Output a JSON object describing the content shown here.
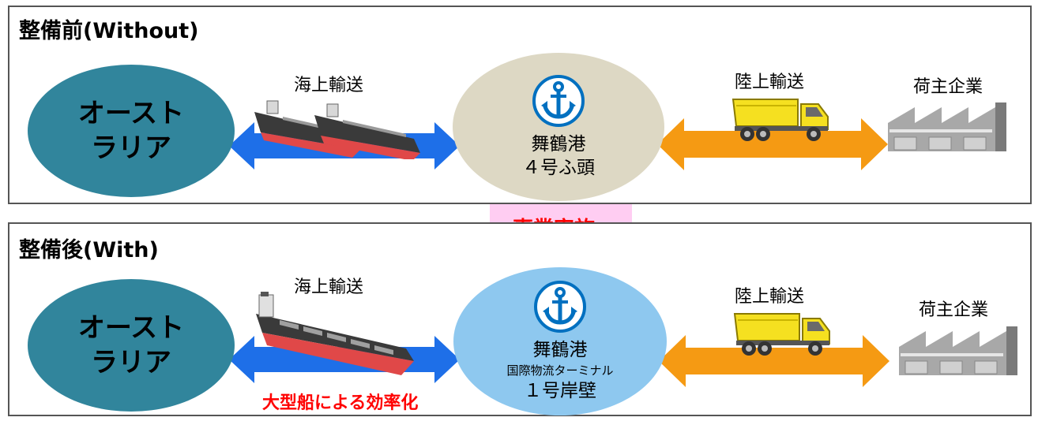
{
  "before": {
    "title": "整備前(Without)",
    "origin": [
      "オースト",
      "ラリア"
    ],
    "sea_label": "海上輸送",
    "port_name": "舞鶴港",
    "port_line2": "４号ふ頭",
    "land_label": "陸上輸送",
    "shipper_label": "荷主企業"
  },
  "transition": {
    "label": "事業実施"
  },
  "after": {
    "title": "整備後(With)",
    "origin": [
      "オースト",
      "ラリア"
    ],
    "sea_label": "海上輸送",
    "port_name": "舞鶴港",
    "port_sub": "国際物流ターミナル",
    "port_line3": "１号岸壁",
    "land_label": "陸上輸送",
    "shipper_label": "荷主企業",
    "effect_label": "大型船による効率化"
  },
  "colors": {
    "sea_arrow": "#1e6fe8",
    "land_arrow": "#f59a13",
    "australia": "#31859c",
    "port_before": "#ddd8c4",
    "port_after": "#8ec8ef",
    "transition_arrow": "#ffcdf2",
    "highlight_text": "#ff0000"
  },
  "icons": [
    "anchor-icon",
    "ship-icon",
    "dump-truck-icon",
    "factory-icon"
  ]
}
